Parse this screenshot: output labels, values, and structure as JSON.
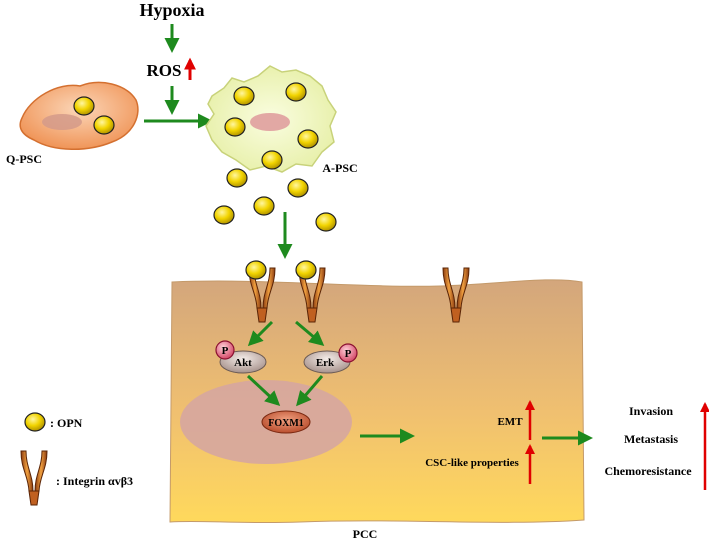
{
  "labels": {
    "hypoxia": "Hypoxia",
    "ros": "ROS",
    "q_psc": "Q-PSC",
    "a_psc": "A-PSC",
    "akt": "Akt",
    "erk": "Erk",
    "phospho": "P",
    "foxm1": "FOXM1",
    "emt": "EMT",
    "csc": "CSC-like properties",
    "invasion": "Invasion",
    "metastasis": "Metastasis",
    "chemoresistance": "Chemoresistance",
    "pcc": "PCC",
    "legend_opn": ": OPN",
    "legend_integrin": ": Integrin αvβ3"
  },
  "colors": {
    "arrow_green": "#1e8a1e",
    "arrow_red": "#e00000",
    "opn_yellow": "#f2d400",
    "cell_top": "#d2a57a",
    "cell_bottom": "#ffd75a",
    "qpsc": "#f09a5c",
    "apsc": "#eef4b4"
  }
}
